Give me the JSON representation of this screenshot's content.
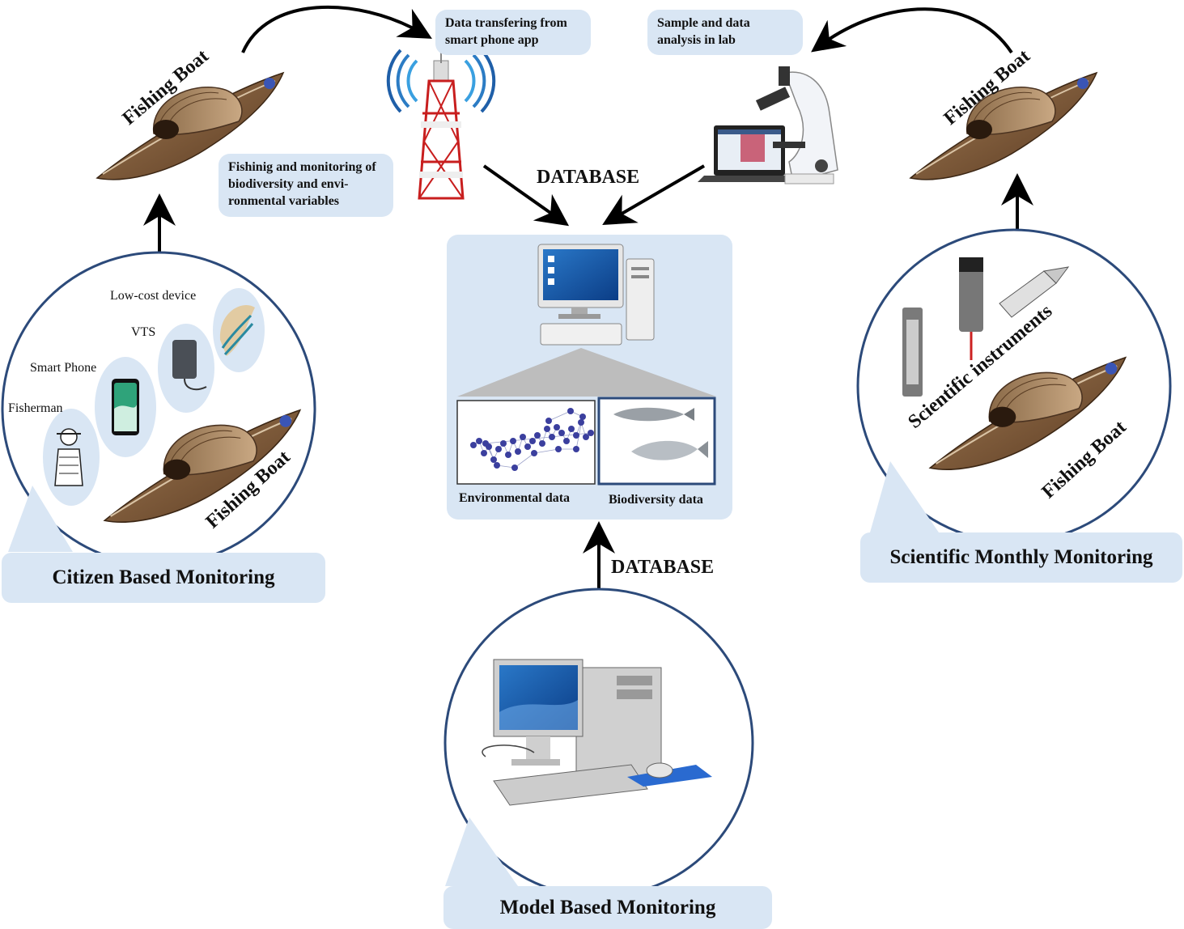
{
  "callouts": {
    "data_transfer": "Data transfering from smart phone app",
    "sample_analysis": "Sample and data analysis in lab",
    "fishing_monitoring": "Fishinig and monitoring of biodiversity and envi-ronmental variables"
  },
  "database_top": "DATABASE",
  "database_bottom": "DATABASE",
  "panels": {
    "environmental": "Environmental data",
    "biodiversity": "Biodiversity data"
  },
  "boat_labels": {
    "top_left": "Fishing Boat",
    "top_right": "Fishing Boat",
    "citizen_circle": "Fishing Boat",
    "scientific_circle": "Fishing Boat"
  },
  "citizen_items": {
    "fisherman": "Fisherman",
    "smart_phone": "Smart Phone",
    "vts": "VTS",
    "low_cost": "Low-cost device"
  },
  "scientific_instruments": "Scientific instruments",
  "sections": {
    "citizen": "Citizen Based Monitoring",
    "scientific": "Scientific Monthly Monitoring",
    "model": "Model Based Monitoring"
  },
  "colors": {
    "callout_bg": "#d9e6f4",
    "circle_stroke": "#2c4a7a",
    "scatter_points": "#3b3f9e",
    "panel_bg": "#d9e6f4"
  }
}
